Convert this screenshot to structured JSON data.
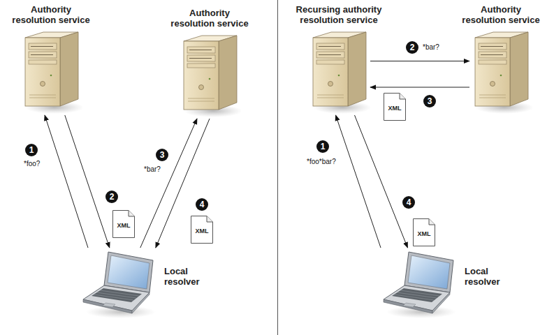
{
  "diagram": {
    "nodes": [
      {
        "text": [
          "Authority resolution service"
        ]
      },
      {
        "text": [
          "Authority resolution service"
        ]
      },
      {
        "text": [
          "Recursing authority resolution service"
        ]
      },
      {
        "text": [
          "Authority resolution service"
        ]
      },
      {
        "text": [
          "XML"
        ]
      },
      {
        "text": [
          "XML"
        ]
      },
      {
        "text": [
          "XML"
        ]
      },
      {
        "text": [
          "XML"
        ]
      },
      {
        "text": [
          "Local resolver"
        ]
      },
      {
        "text": [
          "Local resolver"
        ]
      }
    ],
    "edges": [
      {
        "from": 8,
        "to": 0,
        "label": "*foo?",
        "arrow": "to"
      },
      {
        "from": 0,
        "to": 8,
        "arrow": "to"
      },
      {
        "from": 8,
        "to": 1,
        "label": "*bar?",
        "arrow": "to"
      },
      {
        "from": 1,
        "to": 8,
        "arrow": "to"
      },
      {
        "from": 9,
        "to": 2,
        "label": "*foo*bar?",
        "arrow": "to"
      },
      {
        "from": 2,
        "to": 3,
        "label": "*bar?",
        "arrow": "to"
      },
      {
        "from": 3,
        "to": 2,
        "arrow": "to"
      },
      {
        "from": 2,
        "to": 9,
        "arrow": "to"
      }
    ],
    "labels": [
      "1",
      "2",
      "3",
      "4",
      "1",
      "2",
      "3",
      "4"
    ]
  }
}
